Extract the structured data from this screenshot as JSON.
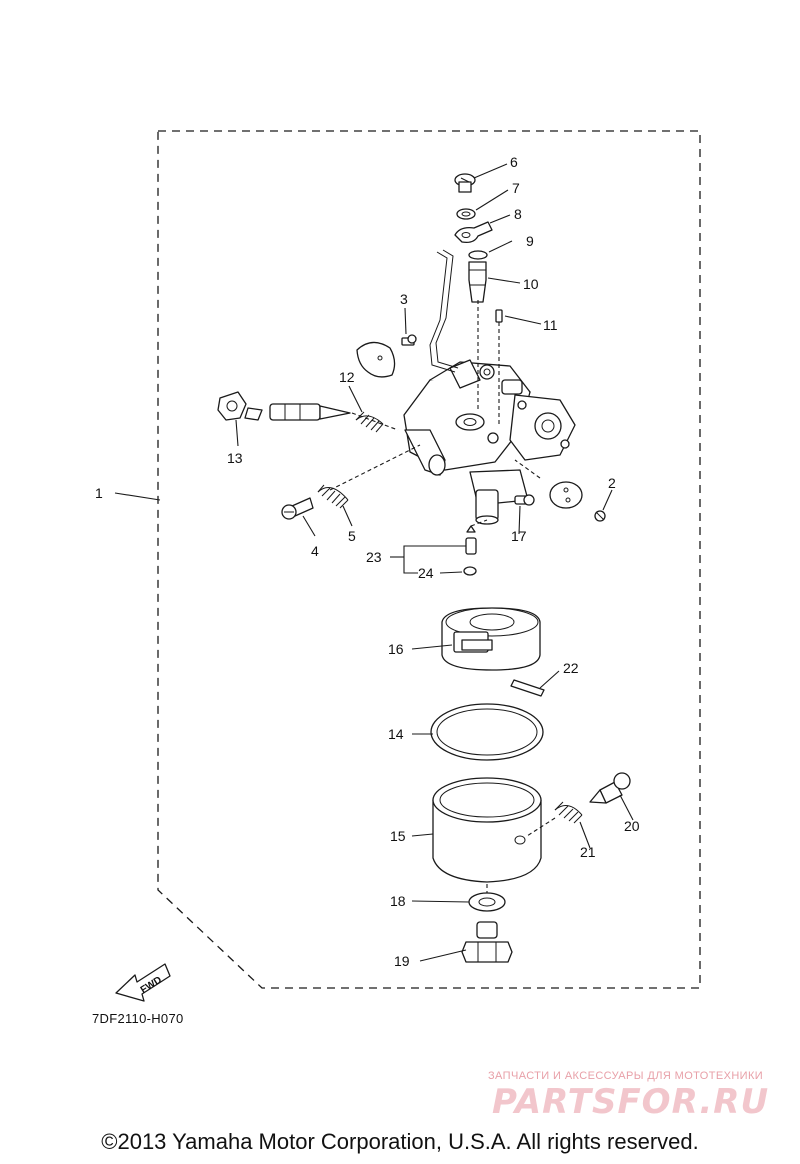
{
  "diagram": {
    "callouts": [
      "1",
      "2",
      "3",
      "4",
      "5",
      "6",
      "7",
      "8",
      "9",
      "10",
      "11",
      "12",
      "13",
      "14",
      "15",
      "16",
      "17",
      "18",
      "19",
      "20",
      "21",
      "22",
      "23",
      "24"
    ],
    "fwd_label": "FWD",
    "figure_code": "7DF2110-H070"
  },
  "watermark": {
    "tagline": "ЗАПЧАСТИ И АКСЕССУАРЫ ДЛЯ МОТОТЕХНИКИ",
    "logo": "PARTSFOR.RU"
  },
  "copyright": "©2013 Yamaha Motor Corporation, U.S.A. All rights reserved."
}
